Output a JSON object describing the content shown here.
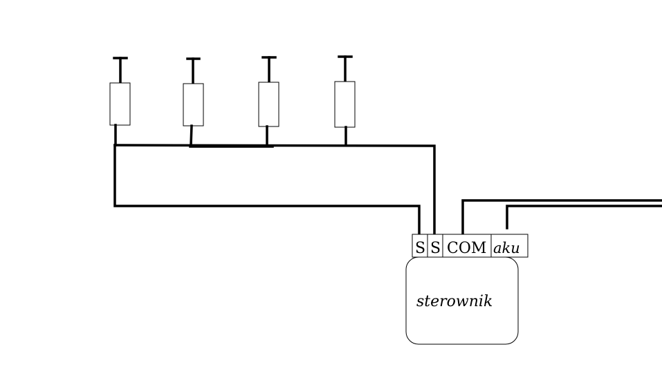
{
  "diagram": {
    "sensors": [
      {
        "id": "sensor-1"
      },
      {
        "id": "sensor-2"
      },
      {
        "id": "sensor-3"
      },
      {
        "id": "sensor-4"
      }
    ],
    "terminal_block": {
      "terminals": [
        "S",
        "S",
        "COM",
        "aku"
      ]
    },
    "controller": {
      "label": "sterownik"
    },
    "colors": {
      "line": "#000000",
      "background": "#ffffff"
    }
  }
}
